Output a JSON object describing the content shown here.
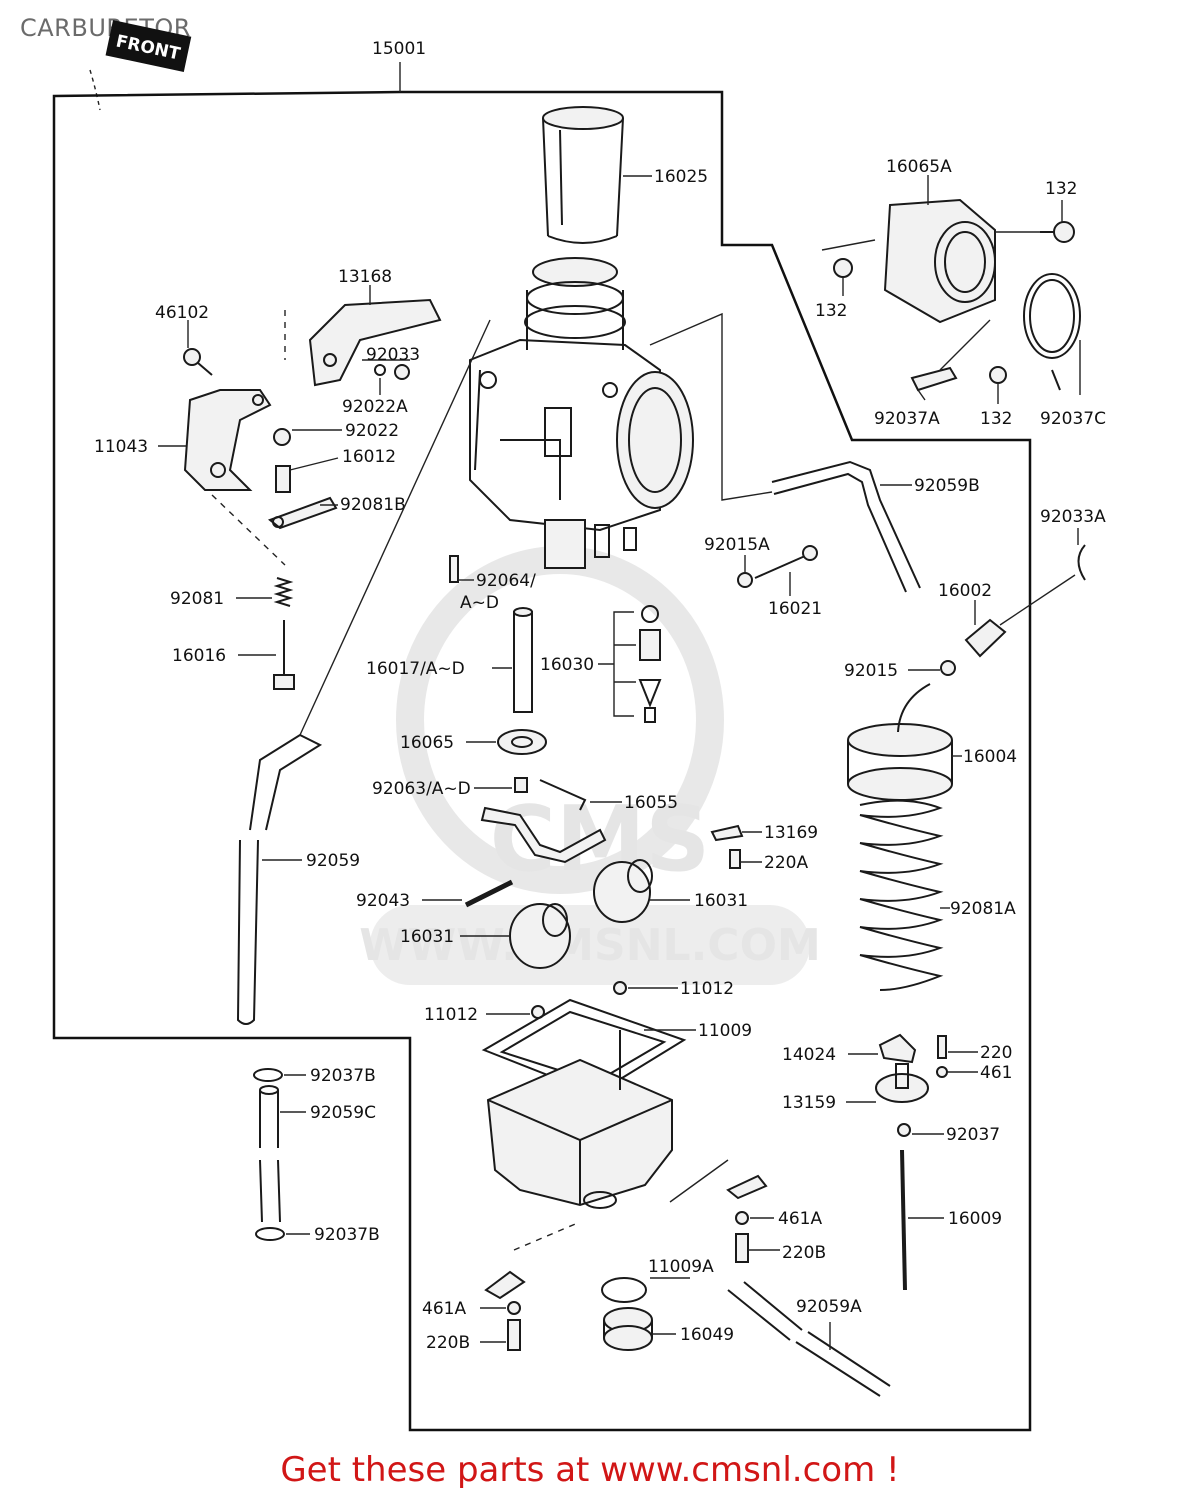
{
  "page": {
    "title": "CARBURETOR",
    "footer": "Get these parts at www.cmsnl.com !"
  },
  "watermark": {
    "logo_text": "CMS",
    "url_text": "WWW.CMSNL.COM"
  },
  "front_tag": "FRONT",
  "colors": {
    "footer": "#d11616",
    "title": "#6b6b6b",
    "ink": "#1a1a1a",
    "watermark": "#e3e3e3"
  },
  "assembly_label": "15001",
  "labels": {
    "p16025": "16025",
    "p16065A": "16065A",
    "p132a": "132",
    "p132b": "132",
    "p132c": "132",
    "p13168": "13168",
    "p46102": "46102",
    "p92033": "92033",
    "p92022A": "92022A",
    "p92022": "92022",
    "p16012": "16012",
    "p11043": "11043",
    "p92081B": "92081B",
    "p92037A": "92037A",
    "p92037C": "92037C",
    "p92059B": "92059B",
    "p92033A": "92033A",
    "p92015A": "92015A",
    "p16021": "16021",
    "p92064": "92064/",
    "p92064b": "A~D",
    "p92081": "92081",
    "p16002": "16002",
    "p16016": "16016",
    "p16017": "16017/A~D",
    "p16030": "16030",
    "p92015": "92015",
    "p16065": "16065",
    "p16004": "16004",
    "p92063": "92063/A~D",
    "p16055": "16055",
    "p13169": "13169",
    "p220A": "220A",
    "p92059": "92059",
    "p92043": "92043",
    "p16031a": "16031",
    "p16031b": "16031",
    "p92081A": "92081A",
    "p11012a": "11012",
    "p11012b": "11012",
    "p11009": "11009",
    "p14024": "14024",
    "p220": "220",
    "p461": "461",
    "p92037B1": "92037B",
    "p92059C": "92059C",
    "p13159": "13159",
    "p92037": "92037",
    "p16009": "16009",
    "p461A1": "461A",
    "p220B1": "220B",
    "p92037B2": "92037B",
    "p11009A": "11009A",
    "p92059A": "92059A",
    "p461A2": "461A",
    "p16049": "16049",
    "p220B2": "220B"
  }
}
